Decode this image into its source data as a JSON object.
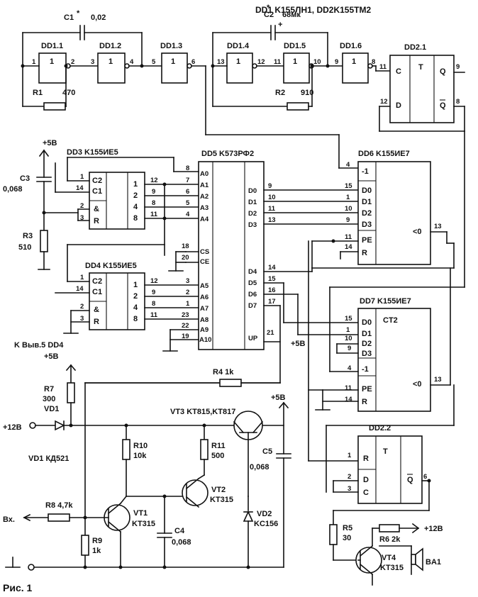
{
  "header": "DD1 K155ЛН1, DD2K155TM2",
  "figure_caption": "Рис. 1",
  "chips": {
    "dd1_1": "DD1.1",
    "dd1_2": "DD1.2",
    "dd1_3": "DD1.3",
    "dd1_4": "DD1.4",
    "dd1_5": "DD1.5",
    "dd1_6": "DD1.6",
    "dd2_1": "DD2.1",
    "dd2_2": "DD2.2",
    "dd3": "DD3 K155ИЕ5",
    "dd4": "DD4 K155ИЕ5",
    "dd5": "DD5 K573РФ2",
    "dd6": "DD6 K155ИЕ7",
    "dd7": "DD7 K155ИЕ7"
  },
  "components": {
    "c1": "C1",
    "c1_val": "0,02",
    "c2": "C2",
    "c2_val": "68мк",
    "r1": "R1",
    "r1_val": "470",
    "r2": "R2",
    "r2_val": "910",
    "c3": "C3",
    "c3_val": "0,068",
    "r3": "R3",
    "r3_val": "510",
    "r4": "R4 1k",
    "r7": "R7",
    "r7_val": "300",
    "vd1": "VD1",
    "vd1_type": "VD1 КД521",
    "r10": "R10",
    "r10_val": "10k",
    "r11": "R11",
    "r11_val": "500",
    "vt3": "VT3 KT815,KT817",
    "c5": "C5",
    "c5_val": "0,068",
    "vt2": "VT2",
    "vt2_type": "KT315",
    "vd2": "VD2",
    "vd2_type": "KC156",
    "vt1": "VT1",
    "vt1_type": "KT315",
    "r8": "R8 4,7k",
    "r9": "R9",
    "r9_val": "1k",
    "c4": "C4",
    "c4_val": "0,068",
    "r5": "R5",
    "r5_val": "30",
    "r6": "R6 2k",
    "vt4": "VT4",
    "vt4_type": "KT315",
    "ba1": "BA1"
  },
  "power": {
    "plus5": "+5B",
    "plus12": "+12B",
    "k_out": "K Выв.5 DD4",
    "input": "Вх."
  },
  "inner_labels": {
    "c2": "C2",
    "c1": "C1",
    "and": "&",
    "r": "R",
    "w1": "1",
    "w2": "2",
    "w4": "4",
    "w8": "8",
    "a0": "A0",
    "a1": "A1",
    "a2": "A2",
    "a3": "A3",
    "a4": "A4",
    "a5": "A5",
    "a6": "A6",
    "a7": "A7",
    "a8": "A8",
    "a9": "A9",
    "a10": "A10",
    "cs": "CS",
    "ce": "CE",
    "up": "UP",
    "d0": "D0",
    "d1": "D1",
    "d2": "D2",
    "d3": "D3",
    "d4": "D4",
    "d5": "D5",
    "d6": "D6",
    "d7": "D7",
    "m1": "-1",
    "pe": "PE",
    "lt0": "<0",
    "ct2": "CT2",
    "c": "C",
    "t": "T",
    "q": "Q",
    "nq": "Q",
    "d": "D",
    "one": "1",
    "seven": "*"
  }
}
